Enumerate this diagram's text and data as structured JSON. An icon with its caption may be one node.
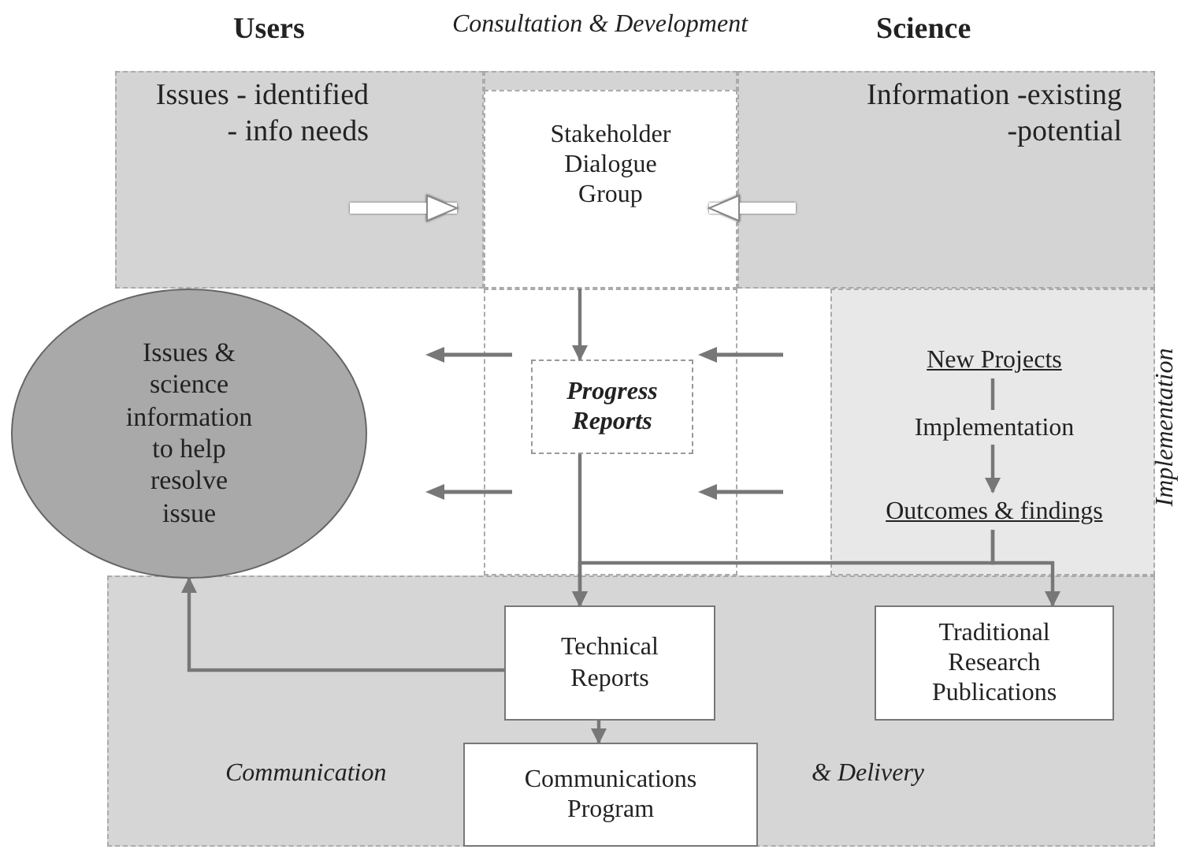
{
  "diagram": {
    "nodes": [
      {
        "text": [
          "Issues - identified - info needs"
        ]
      },
      {
        "text": [
          "Information -existing -potential"
        ]
      },
      {
        "text": [
          "Stakeholder Dialogue Group"
        ]
      },
      {
        "text": [
          "Progress Reports"
        ]
      },
      {
        "text": [
          "Issues & science information to help resolve issue"
        ]
      },
      {
        "text": [],
        "shape": "box"
      },
      {
        "text": [
          "New Projects"
        ],
        "in": 5
      },
      {
        "text": [
          "Implementation"
        ],
        "in": 5
      },
      {
        "text": [
          "Outcomes & findings"
        ],
        "in": 5
      },
      {
        "text": [
          "Technical Reports"
        ]
      },
      {
        "text": [
          "Traditional Research Publications"
        ]
      },
      {
        "text": [
          "Communications Program"
        ]
      }
    ],
    "edges": [
      {
        "from": 0,
        "to": 2,
        "arrow": "to",
        "style": "thick",
        "color": "#ffffff"
      },
      {
        "from": 1,
        "to": 2,
        "arrow": "to",
        "style": "thick",
        "color": "#ffffff"
      },
      {
        "from": 2,
        "to": 3,
        "arrow": "to"
      },
      {
        "from": 3,
        "to": 9,
        "arrow": "to"
      },
      {
        "from": 6,
        "to": 7,
        "arrow": "none"
      },
      {
        "from": 7,
        "to": 8,
        "arrow": "to"
      },
      {
        "from": 8,
        "to": 9,
        "arrow": "to"
      },
      {
        "from": 8,
        "to": 10,
        "arrow": "to"
      },
      {
        "from": 9,
        "to": 4,
        "arrow": "to"
      },
      {
        "from": 9,
        "to": 11,
        "arrow": "to"
      }
    ],
    "labels": [
      "Users",
      "Consultation & Development",
      "Science",
      "Implementation",
      "Communication",
      "& Delivery"
    ]
  }
}
